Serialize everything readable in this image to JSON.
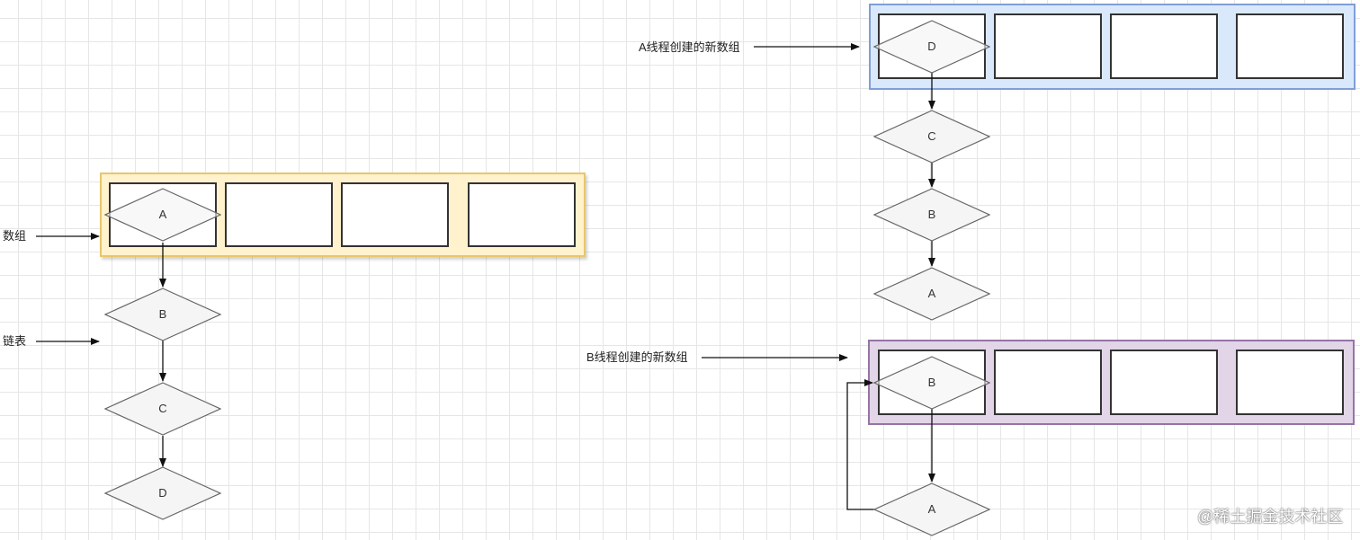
{
  "labels": {
    "array": "数组",
    "linked_list": "链表",
    "thread_a_array": "A线程创建的新数组",
    "thread_b_array": "B线程创建的新数组"
  },
  "nodes": {
    "left": [
      "A",
      "B",
      "C",
      "D"
    ],
    "top_right": [
      "D",
      "C",
      "B",
      "A"
    ],
    "bottom_right": [
      "B",
      "A"
    ]
  },
  "watermark": "@稀土掘金技术社区",
  "colors": {
    "array_fill": "#fff2cc",
    "array_border": "#e8c66a",
    "thread_a_fill": "#dae8fc",
    "thread_a_border": "#7f9fd6",
    "thread_b_fill": "#e1d5e7",
    "thread_b_border": "#9673a6",
    "node_fill": "#f5f5f5",
    "node_border": "#666666"
  }
}
